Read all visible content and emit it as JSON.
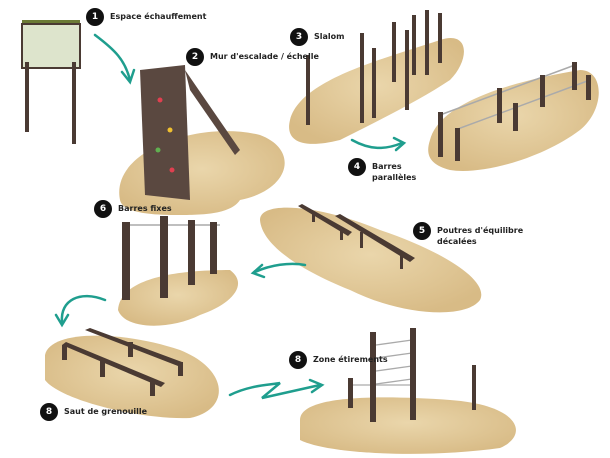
{
  "colors": {
    "sand": "#e2c99a",
    "post": "#4a3a33",
    "arrow": "#1f9e8e",
    "badge": "#111111"
  },
  "stations": [
    {
      "number": "1",
      "label": [
        "Espace échauffement"
      ]
    },
    {
      "number": "2",
      "label": [
        "Mur d'escalade / échelle"
      ]
    },
    {
      "number": "3",
      "label": [
        "Slalom"
      ]
    },
    {
      "number": "4",
      "label": [
        "Barres",
        "parallèles"
      ]
    },
    {
      "number": "5",
      "label": [
        "Poutres d'équilibre",
        "décalées"
      ]
    },
    {
      "number": "6",
      "label": [
        "Barres fixes"
      ]
    },
    {
      "number": "8",
      "label": [
        "Saut de grenouille"
      ]
    },
    {
      "number": "8",
      "label": [
        "Zone étirements"
      ]
    }
  ]
}
